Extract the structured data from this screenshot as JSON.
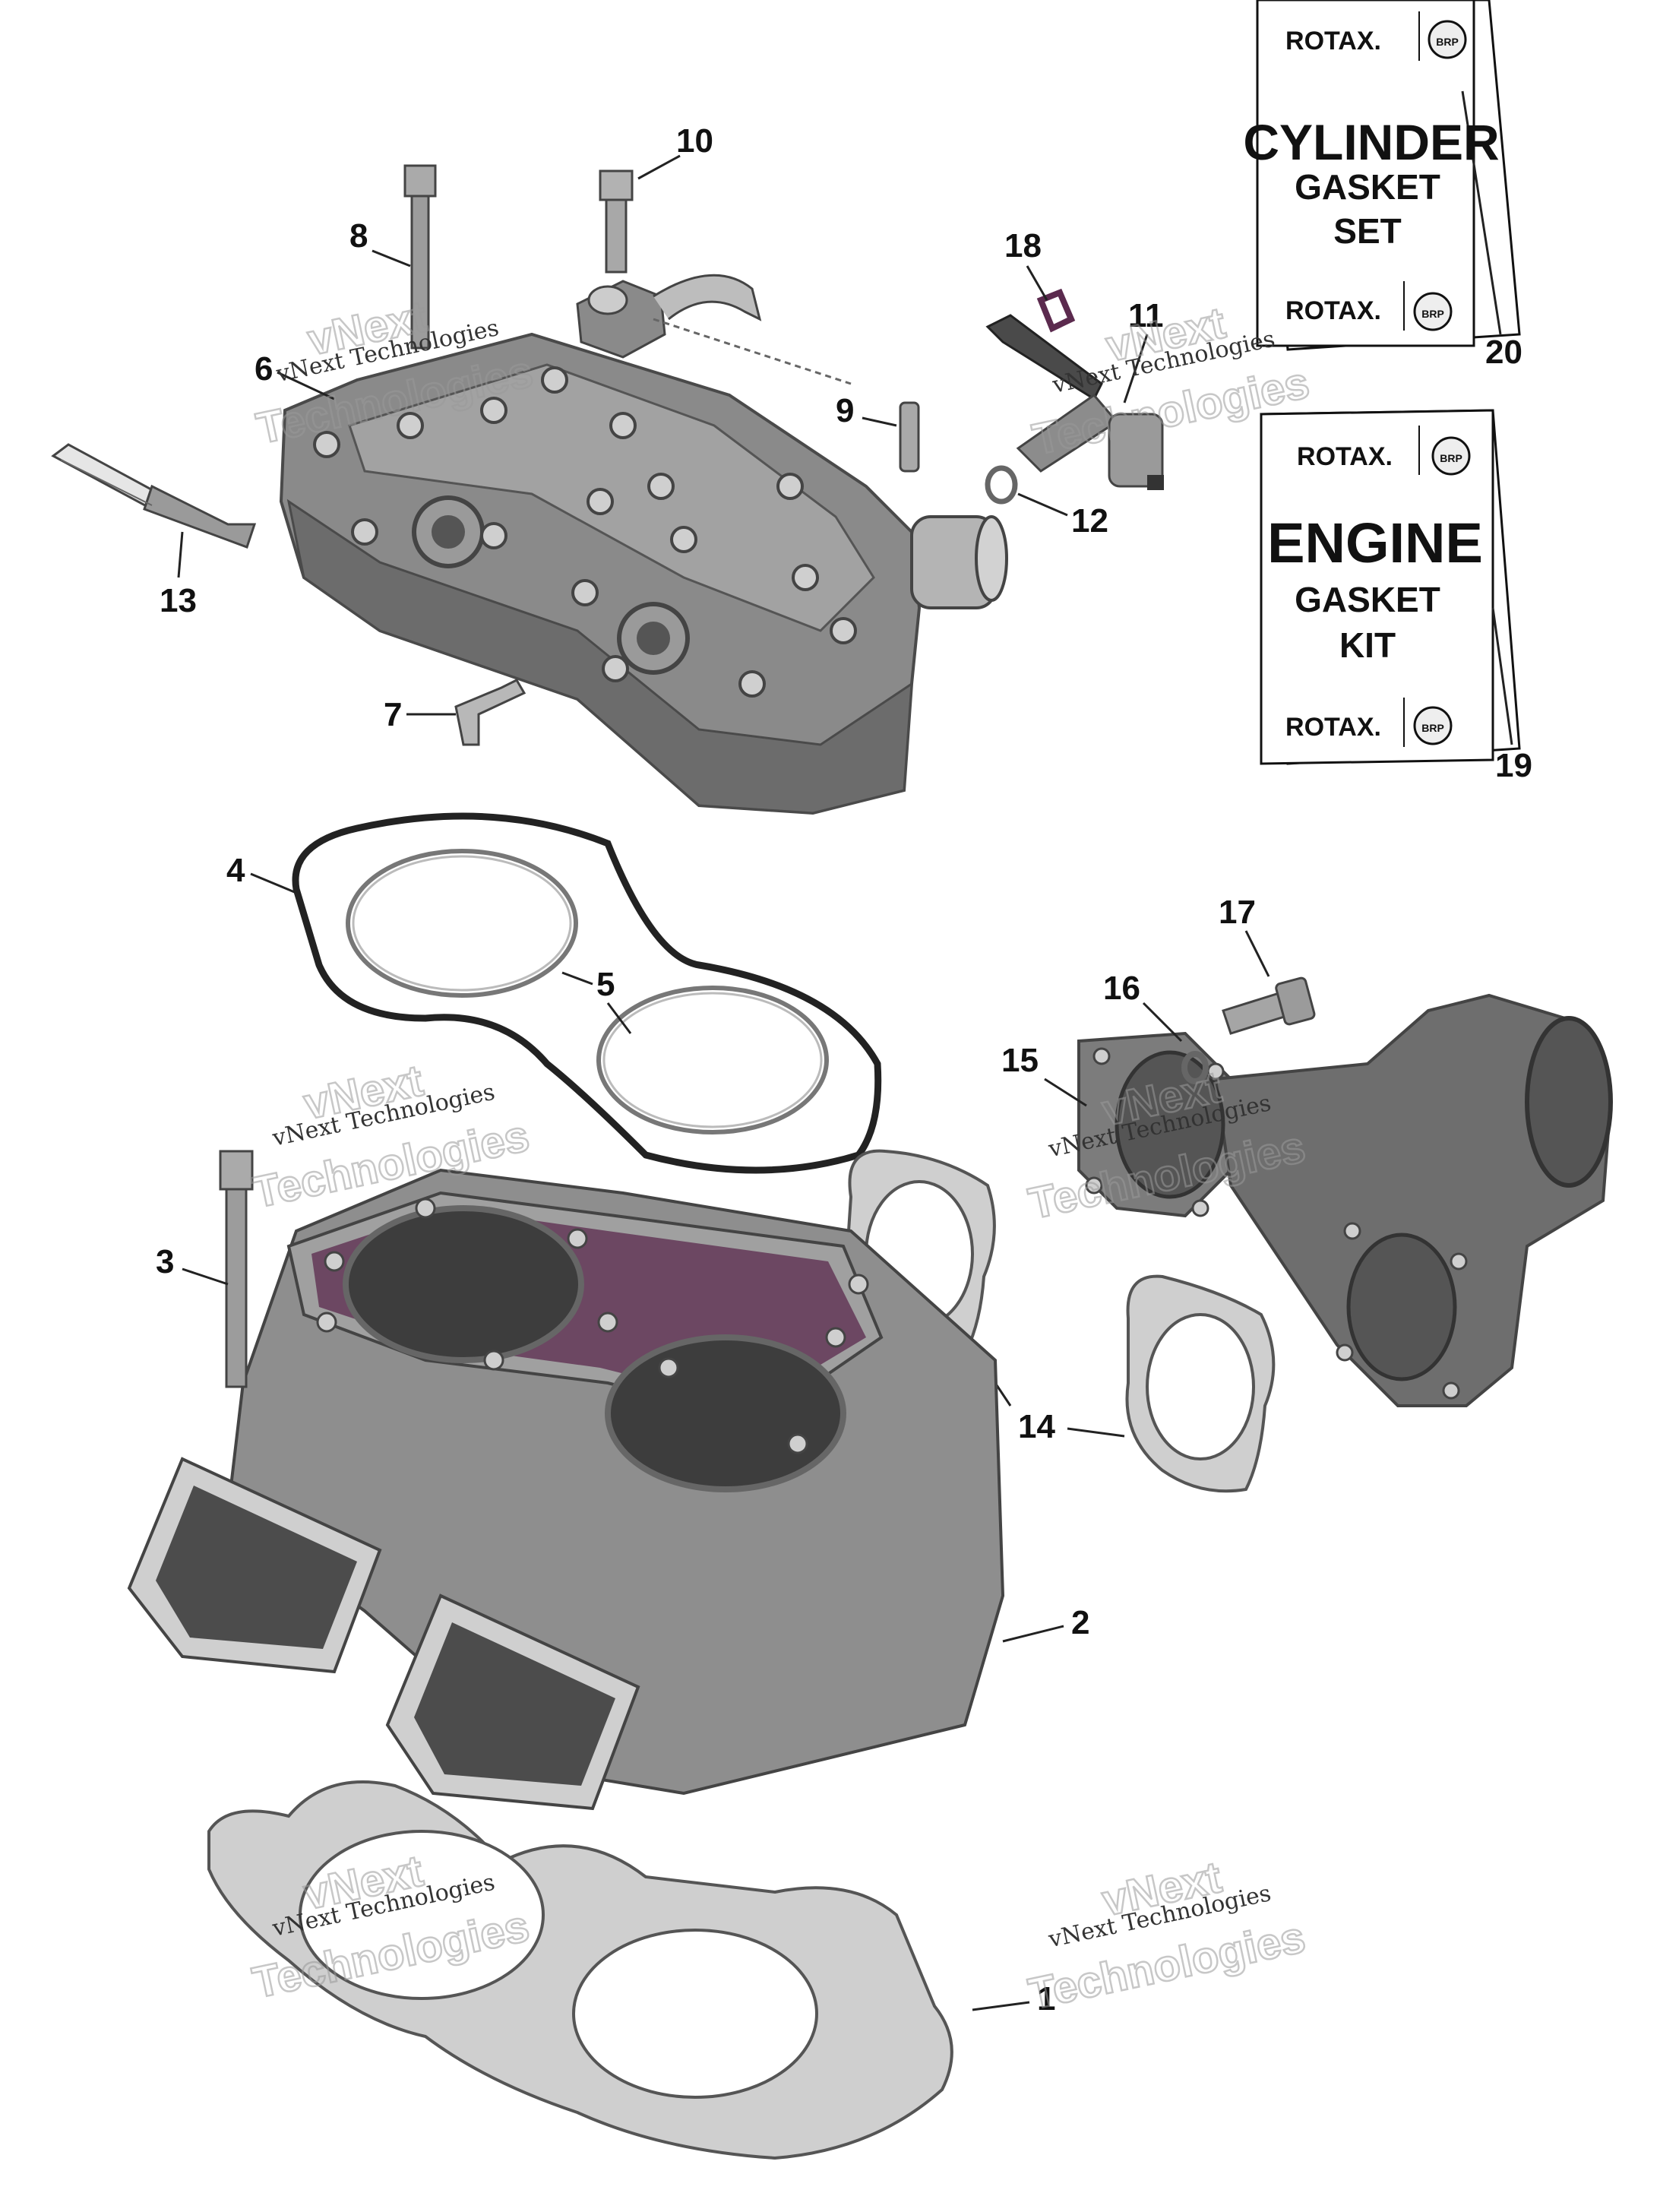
{
  "callouts": {
    "c1": "1",
    "c2": "2",
    "c3": "3",
    "c4": "4",
    "c5": "5",
    "c6": "6",
    "c7": "7",
    "c8": "8",
    "c9": "9",
    "c10": "10",
    "c11": "11",
    "c12": "12",
    "c13": "13",
    "c14": "14",
    "c15": "15",
    "c16": "16",
    "c17": "17",
    "c18": "18",
    "c19": "19",
    "c20": "20"
  },
  "kit_cylinder": {
    "brand_top": "ROTAX.",
    "brand_badge": "BRP",
    "line1": "CYLINDER",
    "line2": "GASKET",
    "line3": "SET",
    "brand_bottom": "ROTAX."
  },
  "kit_engine": {
    "brand_top": "ROTAX.",
    "brand_badge": "BRP",
    "line1": "ENGINE",
    "line2": "GASKET",
    "line3": "KIT",
    "brand_bottom": "ROTAX."
  },
  "watermark": {
    "line1": "vNext",
    "line2": "vNext Technologies",
    "line3": "Technologies"
  },
  "colors": {
    "metal": "#8c8c8c",
    "metal_dark": "#5e5e5e",
    "gasket": "#cfcfcf",
    "accent_purple": "#5b2a4e"
  }
}
